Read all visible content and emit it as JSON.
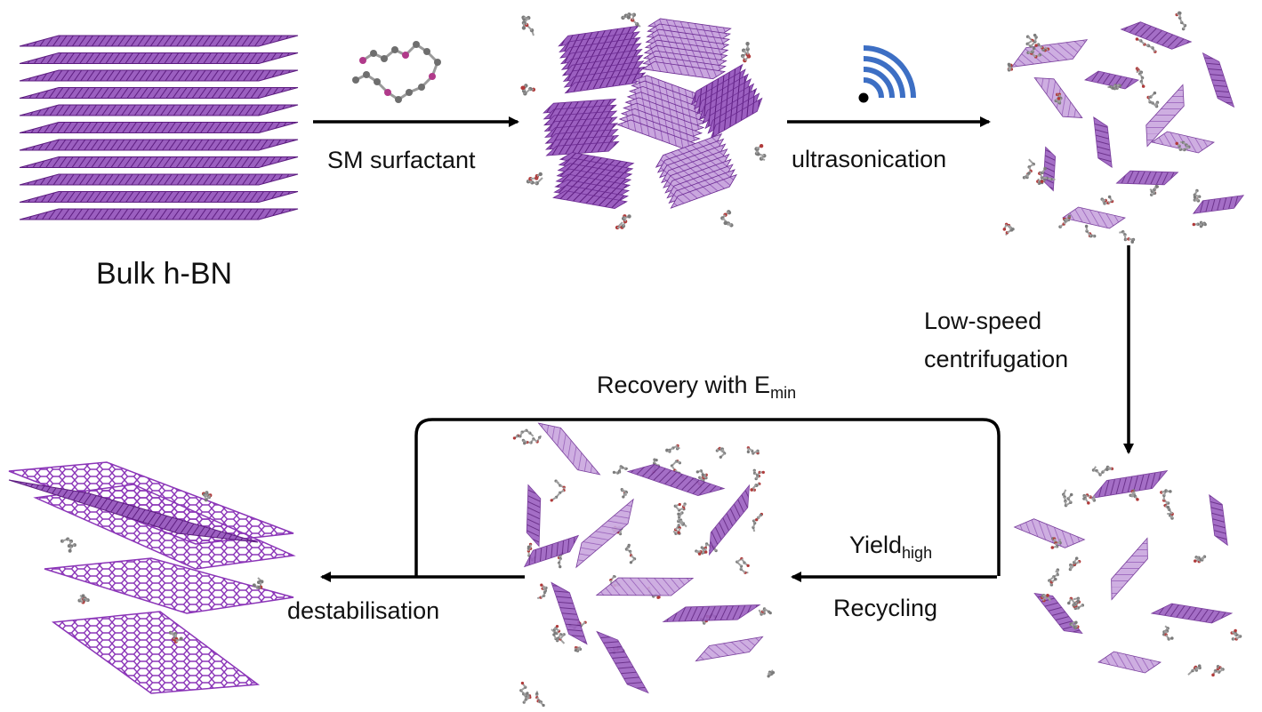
{
  "labels": {
    "bulk": "Bulk h-BN",
    "sm_surfactant": "SM surfactant",
    "ultrasonication": "ultrasonication",
    "low_speed_line1": "Low-speed",
    "low_speed_line2": "centrifugation",
    "recovery_text": "Recovery with E",
    "recovery_sub": "min",
    "yield_text": "Yield",
    "yield_sub": "high",
    "recycling": "Recycling",
    "destabilisation": "destabilisation"
  },
  "colors": {
    "sheet_dark": "#7a2e9c",
    "sheet_light": "#b07cd0",
    "molecule_gray": "#8a8a8a",
    "molecule_red": "#b03a3a",
    "wifi_blue": "#3d6fc4",
    "arrow": "#000000"
  }
}
